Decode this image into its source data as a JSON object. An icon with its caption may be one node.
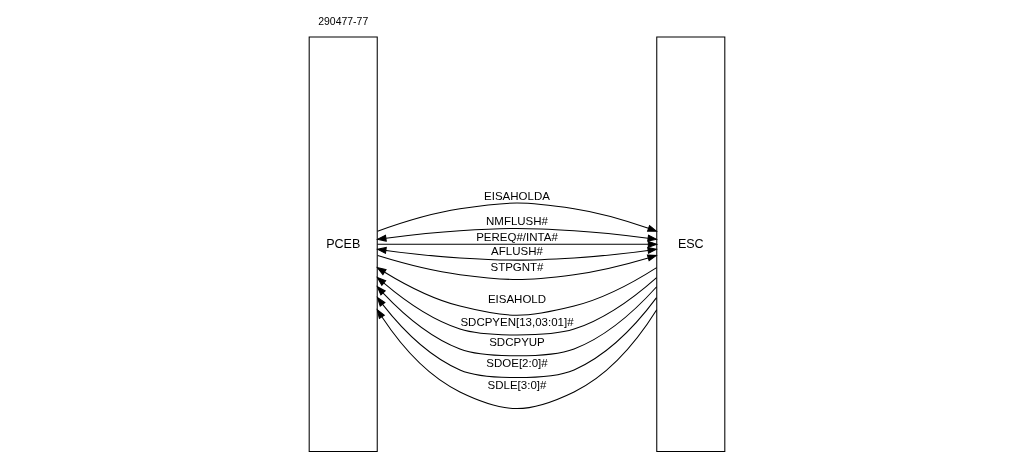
{
  "diagram": {
    "nodes": [
      {
        "text": [
          "PCEB"
        ]
      },
      {
        "text": [
          "ESC"
        ]
      }
    ],
    "edges": [
      {
        "from": 1,
        "to": 0,
        "arrow": "to",
        "label": "EISAHOLD"
      },
      {
        "from": 0,
        "to": 1,
        "arrow": "to",
        "label": "EISAHOLDA"
      },
      {
        "from": 0,
        "to": 1,
        "arrow": "both",
        "label": "NMFLUSH#"
      },
      {
        "from": 0,
        "to": 1,
        "arrow": "to",
        "label": "PEREQ#/INTA#"
      },
      {
        "from": 0,
        "to": 1,
        "arrow": "both",
        "label": "AFLUSH#"
      },
      {
        "from": 0,
        "to": 1,
        "arrow": "to",
        "label": "STPGNT#"
      },
      {
        "from": 1,
        "to": 0,
        "arrow": "to",
        "label": "SDCPYEN[13,03:01]#"
      },
      {
        "from": 1,
        "to": 0,
        "arrow": "to",
        "label": "SDCPYUP"
      },
      {
        "from": 1,
        "to": 0,
        "arrow": "to",
        "label": "SDOE[2:0]#"
      },
      {
        "from": 1,
        "to": 0,
        "arrow": "to",
        "label": "SDLE[3:0]#"
      }
    ],
    "labels": [
      "290477-77"
    ]
  }
}
